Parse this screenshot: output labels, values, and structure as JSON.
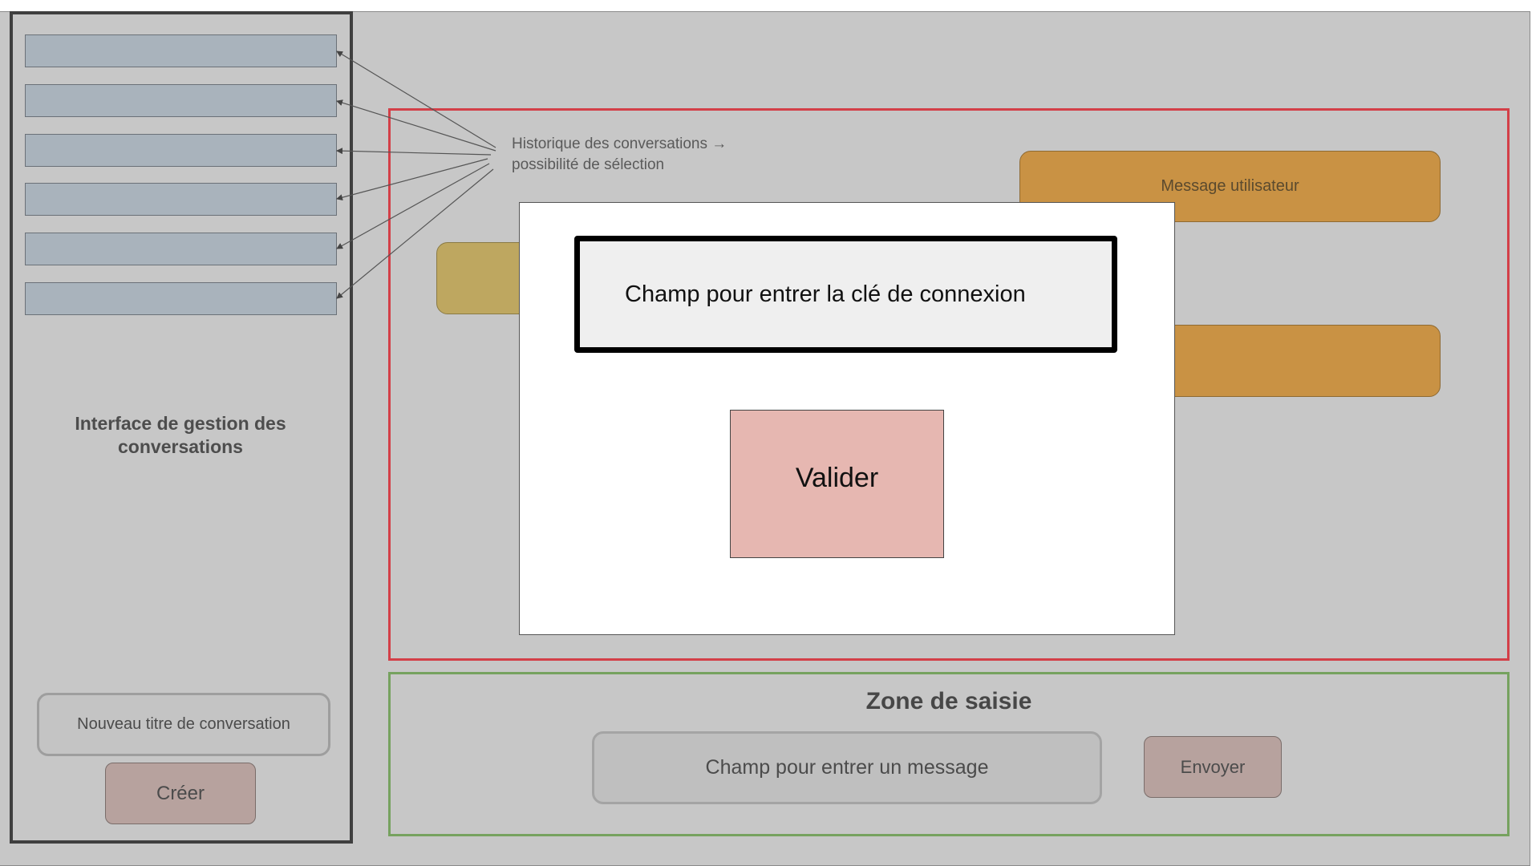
{
  "sidebar": {
    "title": "Interface de gestion des conversations",
    "history_item_count": 6,
    "new_title_placeholder": "Nouveau titre de conversation",
    "create_label": "Créer"
  },
  "annotation": {
    "history": "Historique des conversations → possibilité de sélection"
  },
  "chat": {
    "user_message_label": "Message utilisateur"
  },
  "input_zone": {
    "title": "Zone de saisie",
    "message_placeholder": "Champ pour entrer un message",
    "send_label": "Envoyer"
  },
  "modal": {
    "key_field_label": "Champ pour entrer la clé de connexion",
    "validate_label": "Valider"
  },
  "colors": {
    "canvas": "#c7c7c7",
    "sidebar_border": "#3f3f3f",
    "history_item": "#a9b3bc",
    "chat_zone_border": "#d33f48",
    "input_zone_border": "#76a25f",
    "user_message": "#c99244",
    "assistant_message": "#bea760",
    "button": "#b7a29e",
    "validate_button": "#e6b7b1"
  }
}
